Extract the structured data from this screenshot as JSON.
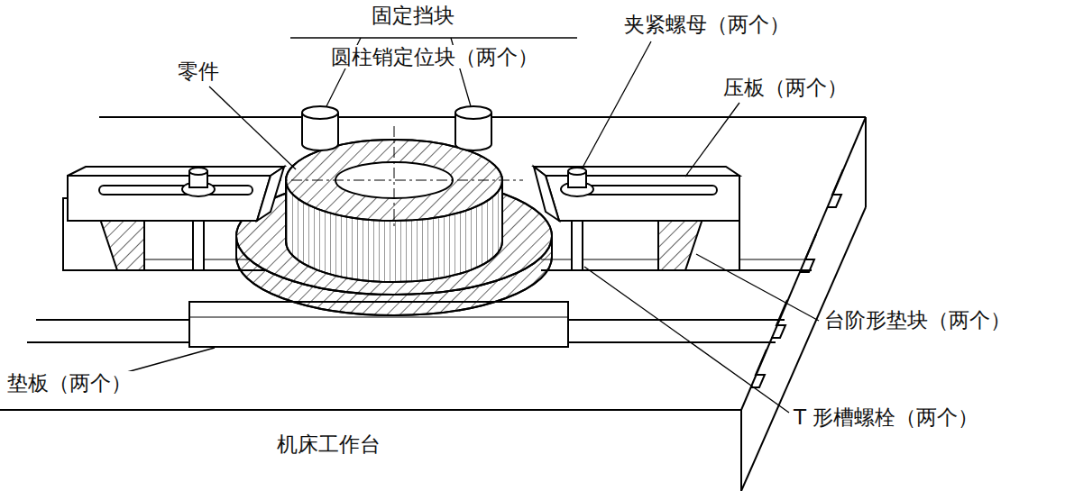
{
  "diagram": {
    "labels": [
      "固定挡块",
      "圆柱销定位块（两个）",
      "零件",
      "夹紧螺母（两个）",
      "压板（两个）",
      "台阶形垫块（两个）",
      "T 形槽螺栓（两个）",
      "垫板（两个）",
      "机床工作台"
    ]
  }
}
